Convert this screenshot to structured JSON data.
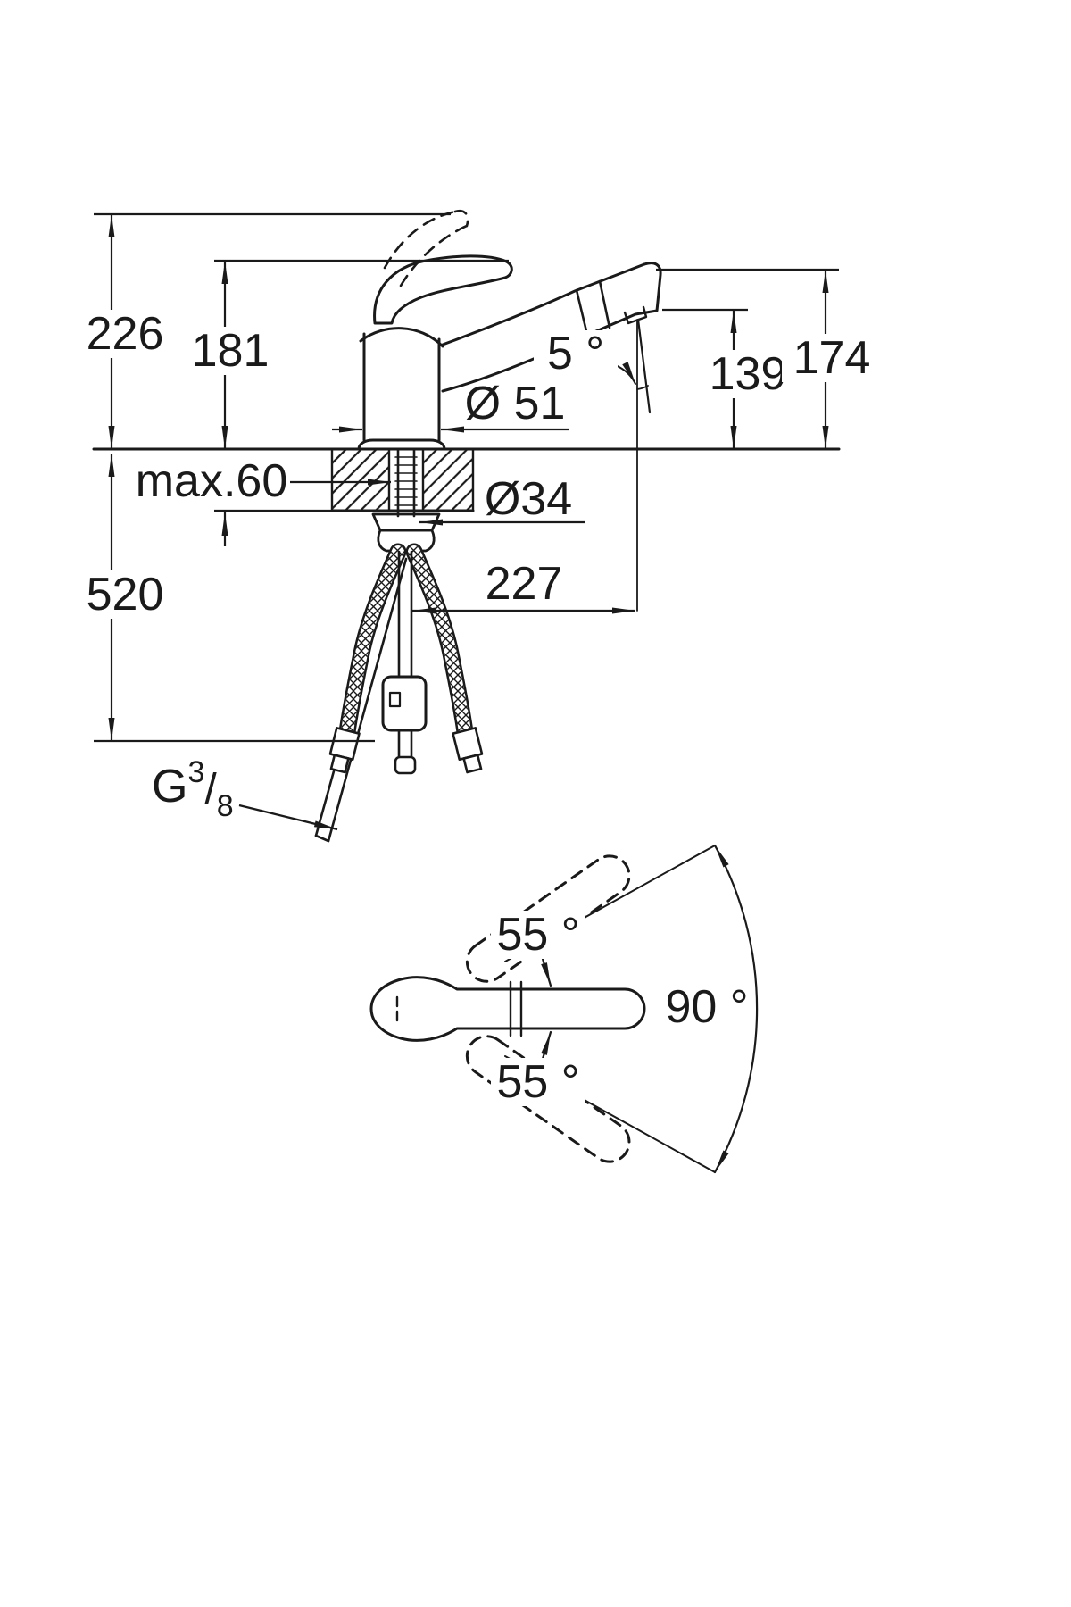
{
  "page": {
    "background": "#ffffff",
    "line_color": "#1a1a1a"
  },
  "labels": {
    "h226": "226",
    "h181": "181",
    "a5": "5 °",
    "h139": "139",
    "h174": "174",
    "d51": "Ø 51",
    "max60": "max.60",
    "d34": "Ø34",
    "h520": "520",
    "w227": "227",
    "thread_g": "G",
    "thread_num": "3",
    "thread_slash": "/",
    "thread_den": "8",
    "a55_top": "55 °",
    "a90": "90 °",
    "a55_bottom": "55 °"
  }
}
